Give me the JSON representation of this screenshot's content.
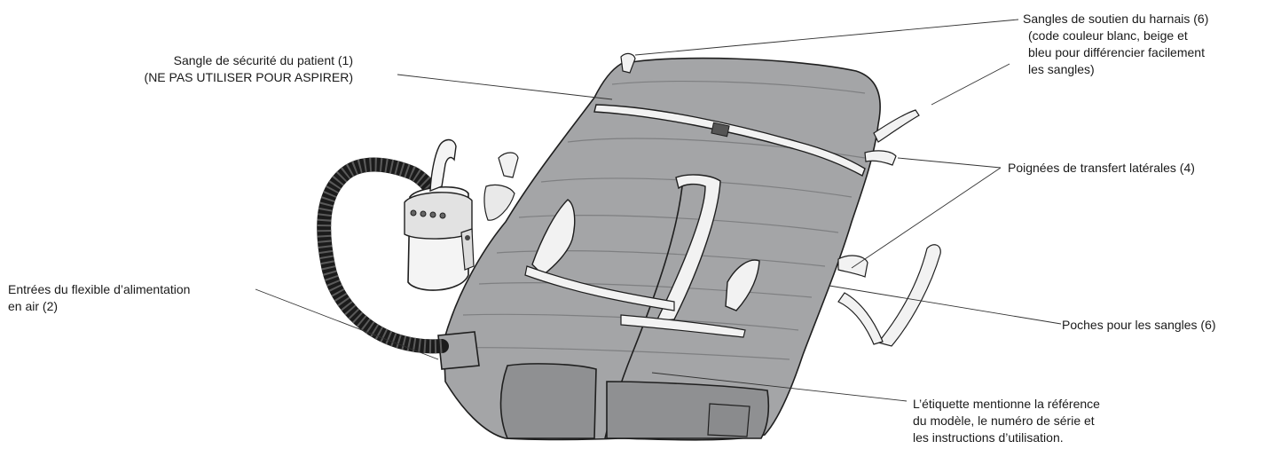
{
  "colors": {
    "mattress": "#a4a5a7",
    "mattress_dark": "#8f9092",
    "outline": "#1f1f1f",
    "strap": "#f2f2f2",
    "hose": "#1b1b1b",
    "pump": "#f4f4f4",
    "line": "#333333"
  },
  "labels": {
    "harness_straps": [
      "Sangles de soutien du harnais (6)",
      "(code couleur blanc, beige et",
      "bleu pour différencier facilement",
      "les sangles)"
    ],
    "safety_strap": [
      "Sangle de sécurité du patient (1)",
      "(NE PAS UTILISER POUR ASPIRER)"
    ],
    "side_handles": [
      "Poignées de transfert latérales (4)"
    ],
    "air_inlets": [
      "Entrées du flexible d’alimentation",
      "en air (2)"
    ],
    "strap_pockets": [
      "Poches pour les sangles (6)"
    ],
    "label_info": [
      "L’étiquette mentionne la référence",
      "du modèle, le numéro de série et",
      "les instructions d’utilisation."
    ]
  }
}
